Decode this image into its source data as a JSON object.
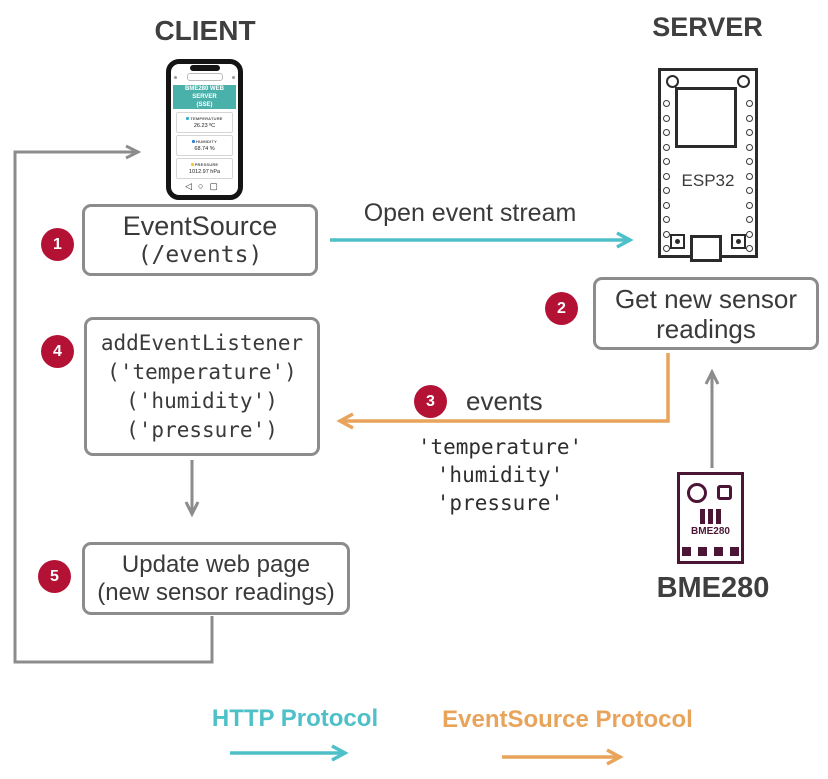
{
  "colors": {
    "teal": "#4ec0c8",
    "orange": "#e9a45c",
    "red_badge": "#b41235",
    "purple": "#4b1535",
    "line_gray": "#8c8c8c",
    "phone_header_teal": "#49b1aa"
  },
  "titles": {
    "client": "CLIENT",
    "server": "SERVER"
  },
  "phone": {
    "header_line1": "BME280 WEB SERVER",
    "header_line2": "(SSE)",
    "cards": [
      {
        "label": "TEMPERATURE",
        "value": "26.23 ºC",
        "icon": "thermometer-icon",
        "icon_style": "background:#2eb5c9"
      },
      {
        "label": "HUMIDITY",
        "value": "68.74 %",
        "icon": "droplet-icon",
        "icon_style": "background:#2f7fd6"
      },
      {
        "label": "PRESSURE",
        "value": "1012.97 hPa",
        "icon": "gauge-icon",
        "icon_style": "background:#f0c53e"
      }
    ],
    "nav": [
      "◁",
      "○",
      "▢"
    ]
  },
  "esp32": {
    "label": "ESP32"
  },
  "bme280": {
    "chip_text": "BME280",
    "caption": "BME280"
  },
  "steps": {
    "s1": {
      "num": "1",
      "line1": "EventSource",
      "line2": "(/events)"
    },
    "s2": {
      "num": "2",
      "line1": "Get new sensor",
      "line2": "readings"
    },
    "s3": {
      "num": "3",
      "label": "events",
      "events": [
        "'temperature'",
        "'humidity'",
        "'pressure'"
      ]
    },
    "s4": {
      "num": "4",
      "lines": [
        "addEventListener",
        "('temperature')",
        "('humidity')",
        "('pressure')"
      ]
    },
    "s5": {
      "num": "5",
      "line1": "Update web page",
      "line2": "(new sensor readings)"
    }
  },
  "arrow_labels": {
    "open_event_stream": "Open event stream"
  },
  "legend": {
    "http": "HTTP Protocol",
    "eventsource": "EventSource Protocol"
  }
}
